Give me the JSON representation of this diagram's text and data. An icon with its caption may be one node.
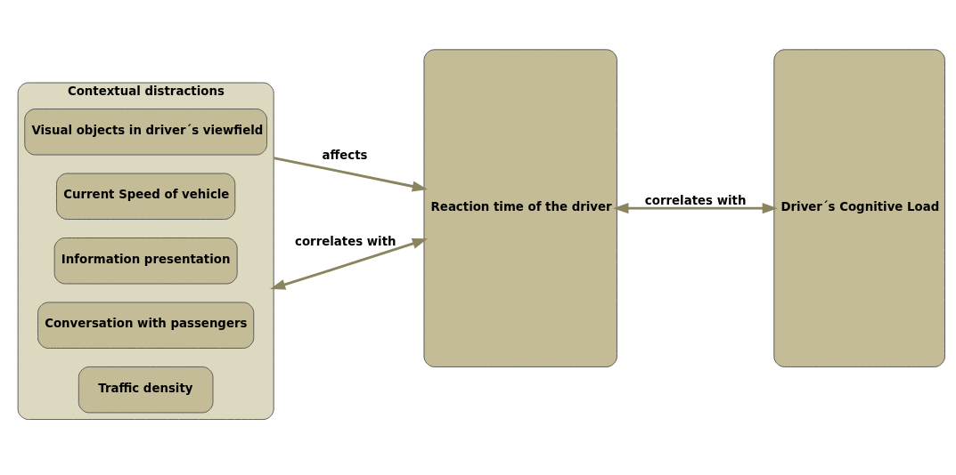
{
  "diagram": {
    "nodes": [
      {
        "text": [
          "Contextual distractions"
        ]
      },
      {
        "text": [
          "Visual objects in driver´s viewfield"
        ],
        "in": 0
      },
      {
        "text": [
          "Current Speed of vehicle"
        ],
        "in": 0
      },
      {
        "text": [
          "Information presentation"
        ],
        "in": 0
      },
      {
        "text": [
          "Conversation with passengers"
        ],
        "in": 0
      },
      {
        "text": [
          "Traffic density"
        ],
        "in": 0
      },
      {
        "text": [
          "Reaction time of the driver"
        ]
      },
      {
        "text": [
          "Driver´s Cognitive Load"
        ]
      }
    ],
    "edges": [
      {
        "from": 0,
        "to": 6,
        "arrow": "to",
        "label": "affects"
      },
      {
        "from": 0,
        "to": 6,
        "arrow": "both",
        "label": "correlates with"
      },
      {
        "from": 6,
        "to": 7,
        "arrow": "both",
        "label": "correlates with"
      }
    ]
  }
}
